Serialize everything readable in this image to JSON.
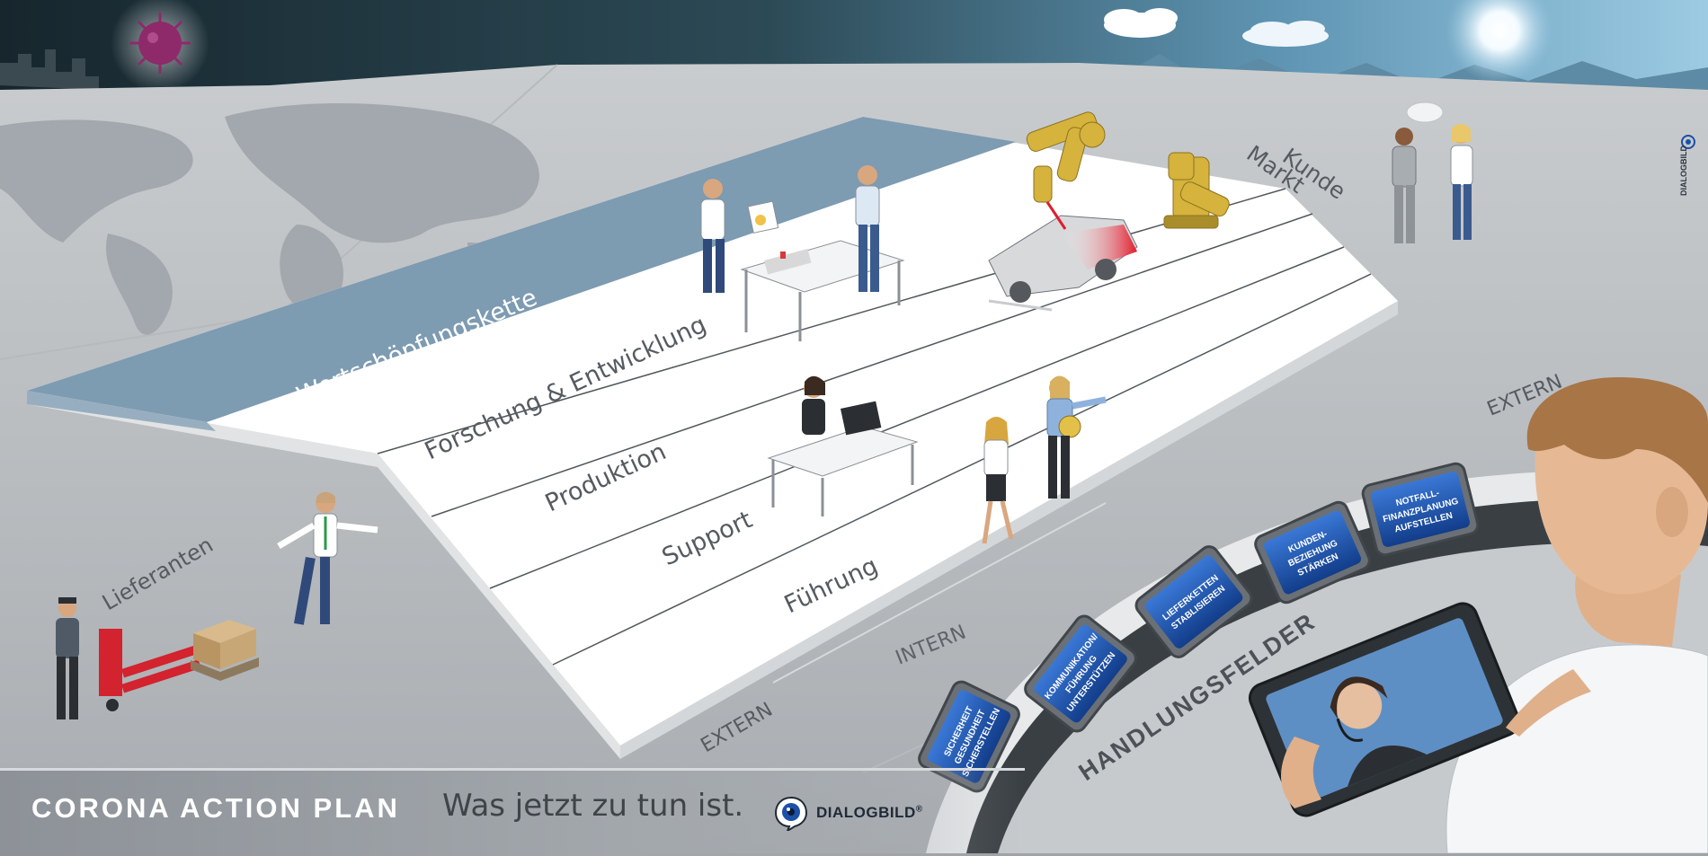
{
  "world": {
    "value_chain_label": "Wertschöpfungskette",
    "lanes": [
      "Forschung & Entwicklung",
      "Produktion",
      "Support",
      "Führung"
    ],
    "suppliers_label": "Lieferanten",
    "market_label": "Markt",
    "customer_label": "Kunde",
    "intern_label": "INTERN",
    "extern_left_label": "EXTERN",
    "extern_right_label": "EXTERN"
  },
  "handlungsfelder": {
    "heading": "HANDLUNGSFELDER",
    "fields": [
      [
        "SICHERHEIT",
        "GESUNDHEIT",
        "SICHERSTELLEN"
      ],
      [
        "KOMMUNIKATION/",
        "FÜHRUNG",
        "UNTERSTÜTZEN"
      ],
      [
        "LIEFERKETTEN",
        "STABLISIEREN"
      ],
      [
        "KUNDEN-",
        "BEZIEHUNG",
        "STÄRKEN"
      ],
      [
        "NOTFALL-",
        "FINANZPLANUNG",
        "AUFSTELLEN"
      ]
    ]
  },
  "footer": {
    "title": "CORONA ACTION PLAN",
    "tagline": "Was jetzt zu tun ist.",
    "brand": "DIALOGBILD",
    "brand_mark": "®"
  },
  "side_brand": "DIALOGBILD",
  "colors": {
    "sky_dark": "#1d2c33",
    "sky_light": "#7fb7d6",
    "floor": "#c4c7ca",
    "platform": "#ffffff",
    "value_chain": "#7d9bb1",
    "button_blue": "#1b4fa8",
    "virus": "#8e2a6a"
  },
  "icons": [
    "virus-icon",
    "sun-icon",
    "cloud-icon",
    "world-map",
    "robot-arm-icon",
    "car-body-icon",
    "pallet-truck-icon",
    "box-icon",
    "tablet-icon",
    "speech-bubble-icon",
    "dialogbild-logo-icon"
  ]
}
